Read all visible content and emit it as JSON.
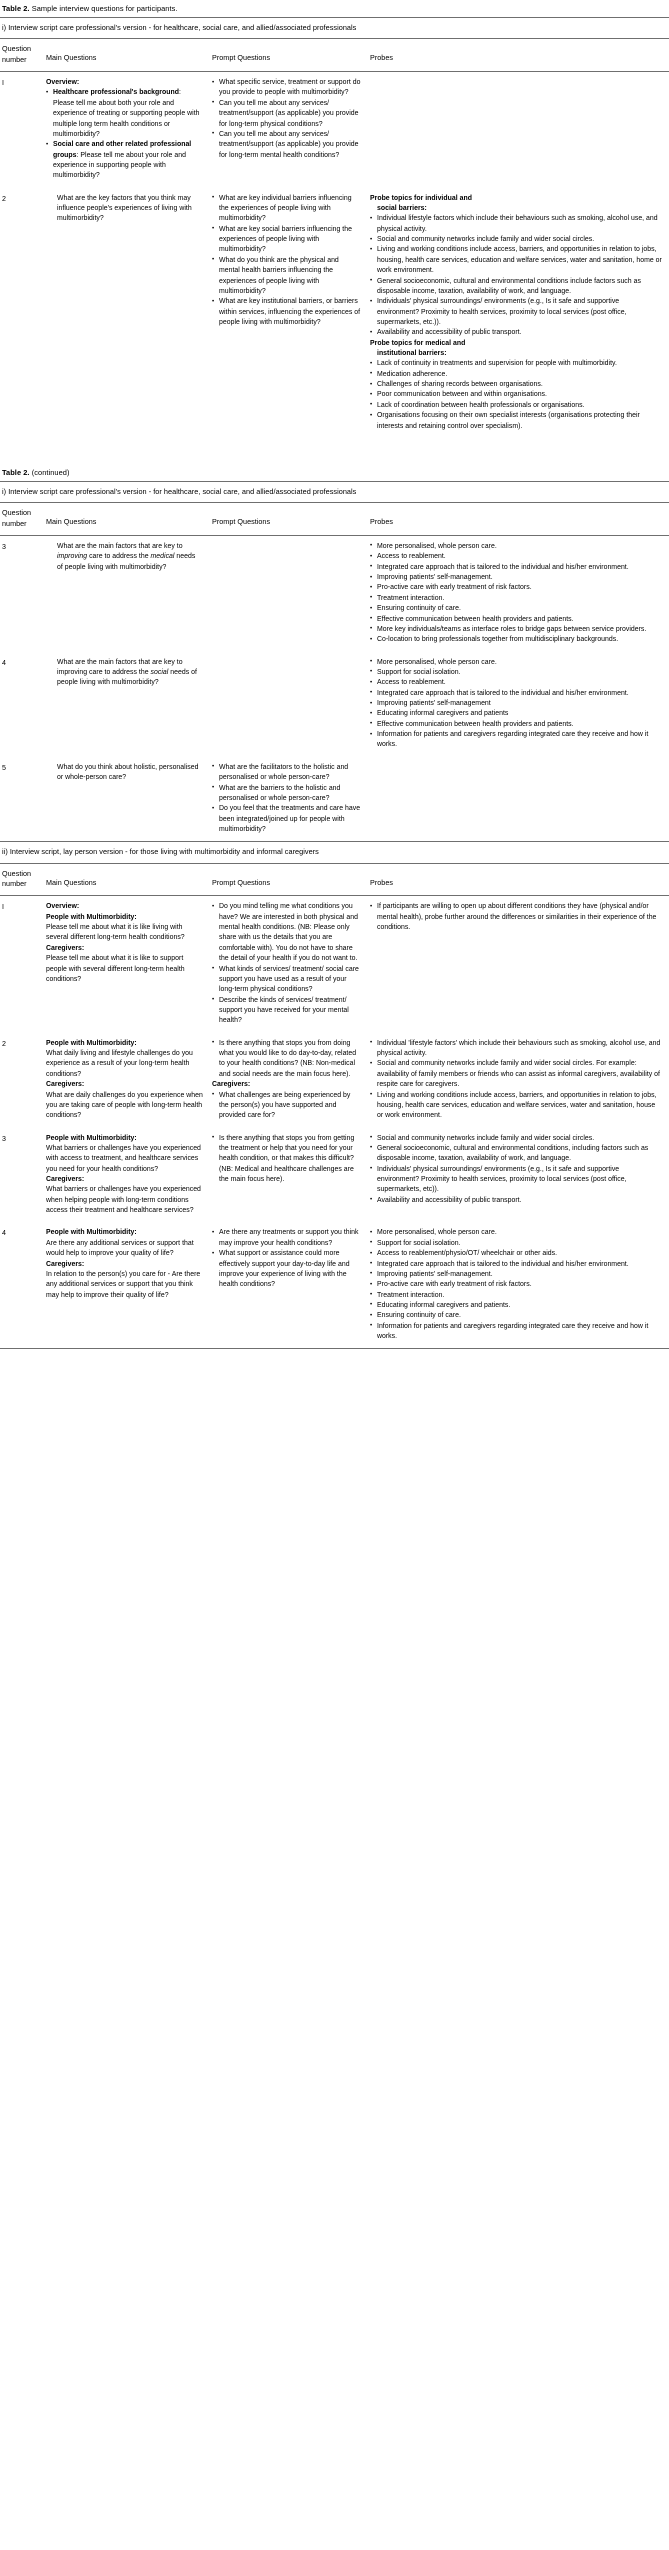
{
  "table1": {
    "caption_label": "Table 2.",
    "caption_text": "Sample interview questions for participants.",
    "section_title": "i) Interview script care professional's version - for healthcare, social care, and allied/associated professionals",
    "headers": {
      "number_line1": "Question",
      "number_line2": "number",
      "main": "Main Questions",
      "prompt": "Prompt Questions",
      "probes": "Probes"
    },
    "rows": [
      {
        "number": "I",
        "main_overview_label": "Overview:",
        "main_bullets": [
          {
            "bold": "Healthcare professional's background",
            "rest": ": Please tell me about both your role and experience of treating or supporting people with multiple long term health conditions or multimorbidity?"
          },
          {
            "bold": "Social care and other related professional groups",
            "rest": ": Please tell me about your role and experience in supporting people with multimorbidity?"
          }
        ],
        "prompts": [
          "What specific service, treatment or support do you provide to people with multimorbidity?",
          "Can you tell me about any services/ treatment/support (as applicable) you provide for long-term physical conditions?",
          "Can you tell me about any services/ treatment/support (as applicable) you provide for long-term mental health conditions?"
        ],
        "probes": []
      },
      {
        "number": "2",
        "main_plain": "What are the key factors that you think may influence people's experiences of living with multimorbidity?",
        "prompts": [
          "What are key individual barriers influencing the experiences of people living with multimorbidity?",
          "What are key social barriers influencing the experiences of people living with multimorbidity?",
          "What do you think are the physical and mental health barriers influencing the experiences of people living with multimorbidity?",
          "What are key institutional barriers, or barriers within services, influencing the experiences of people living with multimorbidity?"
        ],
        "probe_groups": [
          {
            "heading_line1": "Probe topics for individual and",
            "heading_line2": "social barriers:",
            "items": [
              "Individual lifestyle factors which include their behaviours such as smoking, alcohol use, and physical activity.",
              "Social and community networks include family and wider social circles.",
              "Living and working conditions include access, barriers, and opportunities in relation to jobs, housing, health care services, education and welfare services, water and sanitation, home or work environment.",
              "General socioeconomic, cultural and environmental conditions include factors such as disposable income, taxation, availability of work, and language.",
              "Individuals' physical surroundings/ environments (e.g., Is it safe and supportive environment? Proximity to health services, proximity to local services (post office, supermarkets, etc.)).",
              "Availability and accessibility of public transport."
            ]
          },
          {
            "heading_line1": "Probe topics for medical and",
            "heading_line2": "institutional barriers:",
            "items": [
              "Lack of continuity in treatments and supervision for people with multimorbidity.",
              "Medication adherence.",
              "Challenges of sharing records between organisations.",
              "Poor communication between and within organisations.",
              "Lack of coordination between health professionals or organisations.",
              "Organisations focusing on their own specialist interests (organisations protecting their interests and retaining control over specialism)."
            ]
          }
        ]
      }
    ]
  },
  "table2": {
    "caption_label": "Table 2.",
    "caption_text": "(continued)",
    "section_title": "i) Interview script care professional's version - for healthcare, social care, and allied/associated professionals",
    "headers": {
      "number_line1": "Question",
      "number_line2": "number",
      "main": "Main Questions",
      "prompt": "Prompt Questions",
      "probes": "Probes"
    },
    "rows": [
      {
        "number": "3",
        "main_parts": [
          {
            "t": "What are the main factors that are key to ",
            "i": false
          },
          {
            "t": "improving",
            "i": true
          },
          {
            "t": " care to address the ",
            "i": false
          },
          {
            "t": "medical",
            "i": true
          },
          {
            "t": " needs of people living with multimorbidity?",
            "i": false
          }
        ],
        "prompts": [],
        "probes": [
          "More personalised, whole person care.",
          "Access to reablement.",
          "Integrated care approach that is tailored to the individual and his/her environment.",
          "Improving patients' self-management.",
          "Pro-active care with early treatment of risk factors.",
          "Treatment interaction.",
          "Ensuring continuity of care.",
          "Effective communication between health providers and patients.",
          "More key individuals/teams as interface roles to bridge gaps between service providers.",
          "Co-location to bring professionals together from multidisciplinary backgrounds."
        ]
      },
      {
        "number": "4",
        "main_parts": [
          {
            "t": "What are the main factors that are key to improving care to address the ",
            "i": false
          },
          {
            "t": "social",
            "i": true
          },
          {
            "t": " needs of people living with multimorbidity?",
            "i": false
          }
        ],
        "prompts": [],
        "probes": [
          "More personalised, whole person care.",
          "Support for social isolation.",
          "Access to reablement.",
          "Integrated care approach that is tailored to the individual and his/her environment.",
          "Improving patients' self-management",
          "Educating informal caregivers and patients",
          "Effective communication between health providers and patients.",
          "Information for patients and caregivers regarding integrated care they receive and how it works."
        ]
      },
      {
        "number": "5",
        "main_plain": "What do you think about holistic, personalised or whole-person care?",
        "prompts": [
          "What are the facilitators to the holistic and personalised or whole person-care?",
          "What are the barriers to the holistic and personalised or whole person-care?",
          "Do you feel that the treatments and care have been integrated/joined up for people with multimorbidity?"
        ],
        "probes": []
      }
    ]
  },
  "table3": {
    "section_title": "ii) Interview script, lay person version - for those living with multimorbidity and informal caregivers",
    "headers": {
      "number_line1": "Question",
      "number_line2": "number",
      "main": "Main Questions",
      "prompt": "Prompt Questions",
      "probes": "Probes"
    },
    "rows": [
      {
        "number": "I",
        "main_overview_label": "Overview:",
        "main_groups": [
          {
            "head": "People with Multimorbidity:",
            "body": "Please tell me about what it is like living with several different long-term health conditions?"
          },
          {
            "head": "Caregivers:",
            "body": "Please tell me about what it is like to support people with several different long-term health conditions?"
          }
        ],
        "prompts": [
          "Do you mind telling me what conditions you have? We are interested in both physical and mental health conditions. (NB: Please only share with us the details that you are comfortable with). You do not have to share the detail of your health if you do not want to.",
          "What kinds of services/ treatment/ social care support you have used as a result of your long-term physical conditions?",
          "Describe the kinds of services/ treatment/ support you have received for your mental health?"
        ],
        "probes": [
          "If participants are willing to open up about different conditions they have (physical and/or mental health), probe further around the differences or similarities in their experience of the conditions."
        ]
      },
      {
        "number": "2",
        "main_groups": [
          {
            "head": "People with Multimorbidity:",
            "body": "What daily living and lifestyle challenges do you experience as a result of your long-term health conditions?"
          },
          {
            "head": "Caregivers:",
            "body": "What are daily challenges do you experience when you are taking care of people with long-term health conditions?"
          }
        ],
        "prompts": [
          "Is there anything that stops you from doing what you would like to do day-to-day, related to your health conditions? (NB: Non-medical and social needs are the main focus here).",
          "What challenges are being experienced by the person(s) you have supported and provided care for?"
        ],
        "prompts_caregiver_label": "Caregivers:",
        "probes": [
          "Individual 'lifestyle factors' which include their behaviours such as smoking, alcohol use, and physical activity.",
          "Social and community networks include family and wider social circles. For example: availability of family members or friends who can assist as informal caregivers, availability of respite care for caregivers.",
          "Living and working conditions include access, barriers, and opportunities in relation to jobs, housing, health care services, education and welfare services, water and sanitation, house or work environment."
        ]
      },
      {
        "number": "3",
        "main_groups": [
          {
            "head": "People with Multimorbidity:",
            "body": "What barriers or challenges have you experienced with access to treatment, and healthcare services you need for your health conditions?"
          },
          {
            "head": "Caregivers:",
            "body": "What barriers or challenges have you experienced when helping people with long-term conditions access their treatment and healthcare services?"
          }
        ],
        "prompts": [
          "Is there anything that stops you from getting the treatment or help that you need for your health condition, or that makes this difficult? (NB: Medical and healthcare challenges are the main focus here)."
        ],
        "probes": [
          "Social and community networks include family and wider social circles.",
          "General socioeconomic, cultural and environmental conditions, including factors such as disposable income, taxation, availability of work, and language.",
          "Individuals' physical surroundings/ environments (e.g., Is it safe and supportive environment? Proximity to health services, proximity to local services (post office, supermarkets, etc)).",
          "Availability and accessibility of public transport."
        ]
      },
      {
        "number": "4",
        "main_groups": [
          {
            "head": "People with Multimorbidity:",
            "body": "Are there any additional services or support that would help to improve your quality of life?"
          },
          {
            "head": "Caregivers:",
            "body": "In relation to the person(s) you care for - Are there any additional services or support that you think may help to improve their quality of life?"
          }
        ],
        "prompts": [
          "Are there any treatments or support you think may improve your health conditions?",
          "What support or assistance could more effectively support your day-to-day life and improve your experience of living with the health conditions?"
        ],
        "probes": [
          "More personalised, whole person care.",
          "Support for social isolation.",
          "Access to reablement/physio/OT/ wheelchair or other aids.",
          "Integrated care approach that is tailored to the individual and his/her environment.",
          "Improving patients' self-management.",
          "Pro-active care with early treatment of risk factors.",
          "Treatment interaction.",
          "Educating informal caregivers and patients.",
          "Ensuring continuity of care.",
          "Information for patients and caregivers regarding integrated care they receive and how it works."
        ]
      }
    ]
  }
}
